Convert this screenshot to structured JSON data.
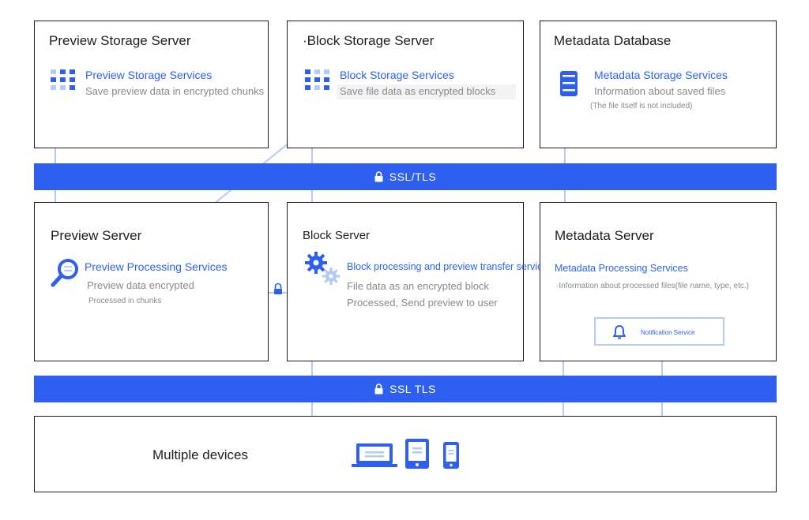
{
  "storage_row": {
    "preview_storage": {
      "title": "Preview Storage Server",
      "service": "Preview Storage Services",
      "description": "Save preview data in encrypted chunks"
    },
    "block_storage": {
      "title": "·Block Storage Server",
      "service": "Block Storage Services",
      "description": "Save file data as encrypted blocks"
    },
    "metadata_db": {
      "title": "Metadata Database",
      "service": "Metadata Storage Services",
      "description": "Information about saved files",
      "note": "(The file itself is not included)"
    }
  },
  "band_top": {
    "label": "SSL/TLS"
  },
  "server_row": {
    "preview_server": {
      "title": "Preview Server",
      "service": "Preview Processing Services",
      "description": "Preview data encrypted",
      "note": "Processed in chunks"
    },
    "block_server": {
      "title": "Block Server",
      "service": "Block processing and preview transfer services",
      "description_line1": "File data as an encrypted block",
      "description_line2": "Processed, Send preview to user"
    },
    "metadata_server": {
      "title": "Metadata Server",
      "service": "Metadata Processing Services",
      "description": "·Information about processed files(file name, type, etc.)",
      "notification": "Notification Service"
    }
  },
  "band_bottom": {
    "label": "SSL TLS"
  },
  "devices": {
    "label": "Multiple devices"
  },
  "colors": {
    "band": "#2e5ff1",
    "service_text": "#2b63f5",
    "arrow": "#b5cbf7",
    "icon_blue": "#2e5ff1"
  }
}
